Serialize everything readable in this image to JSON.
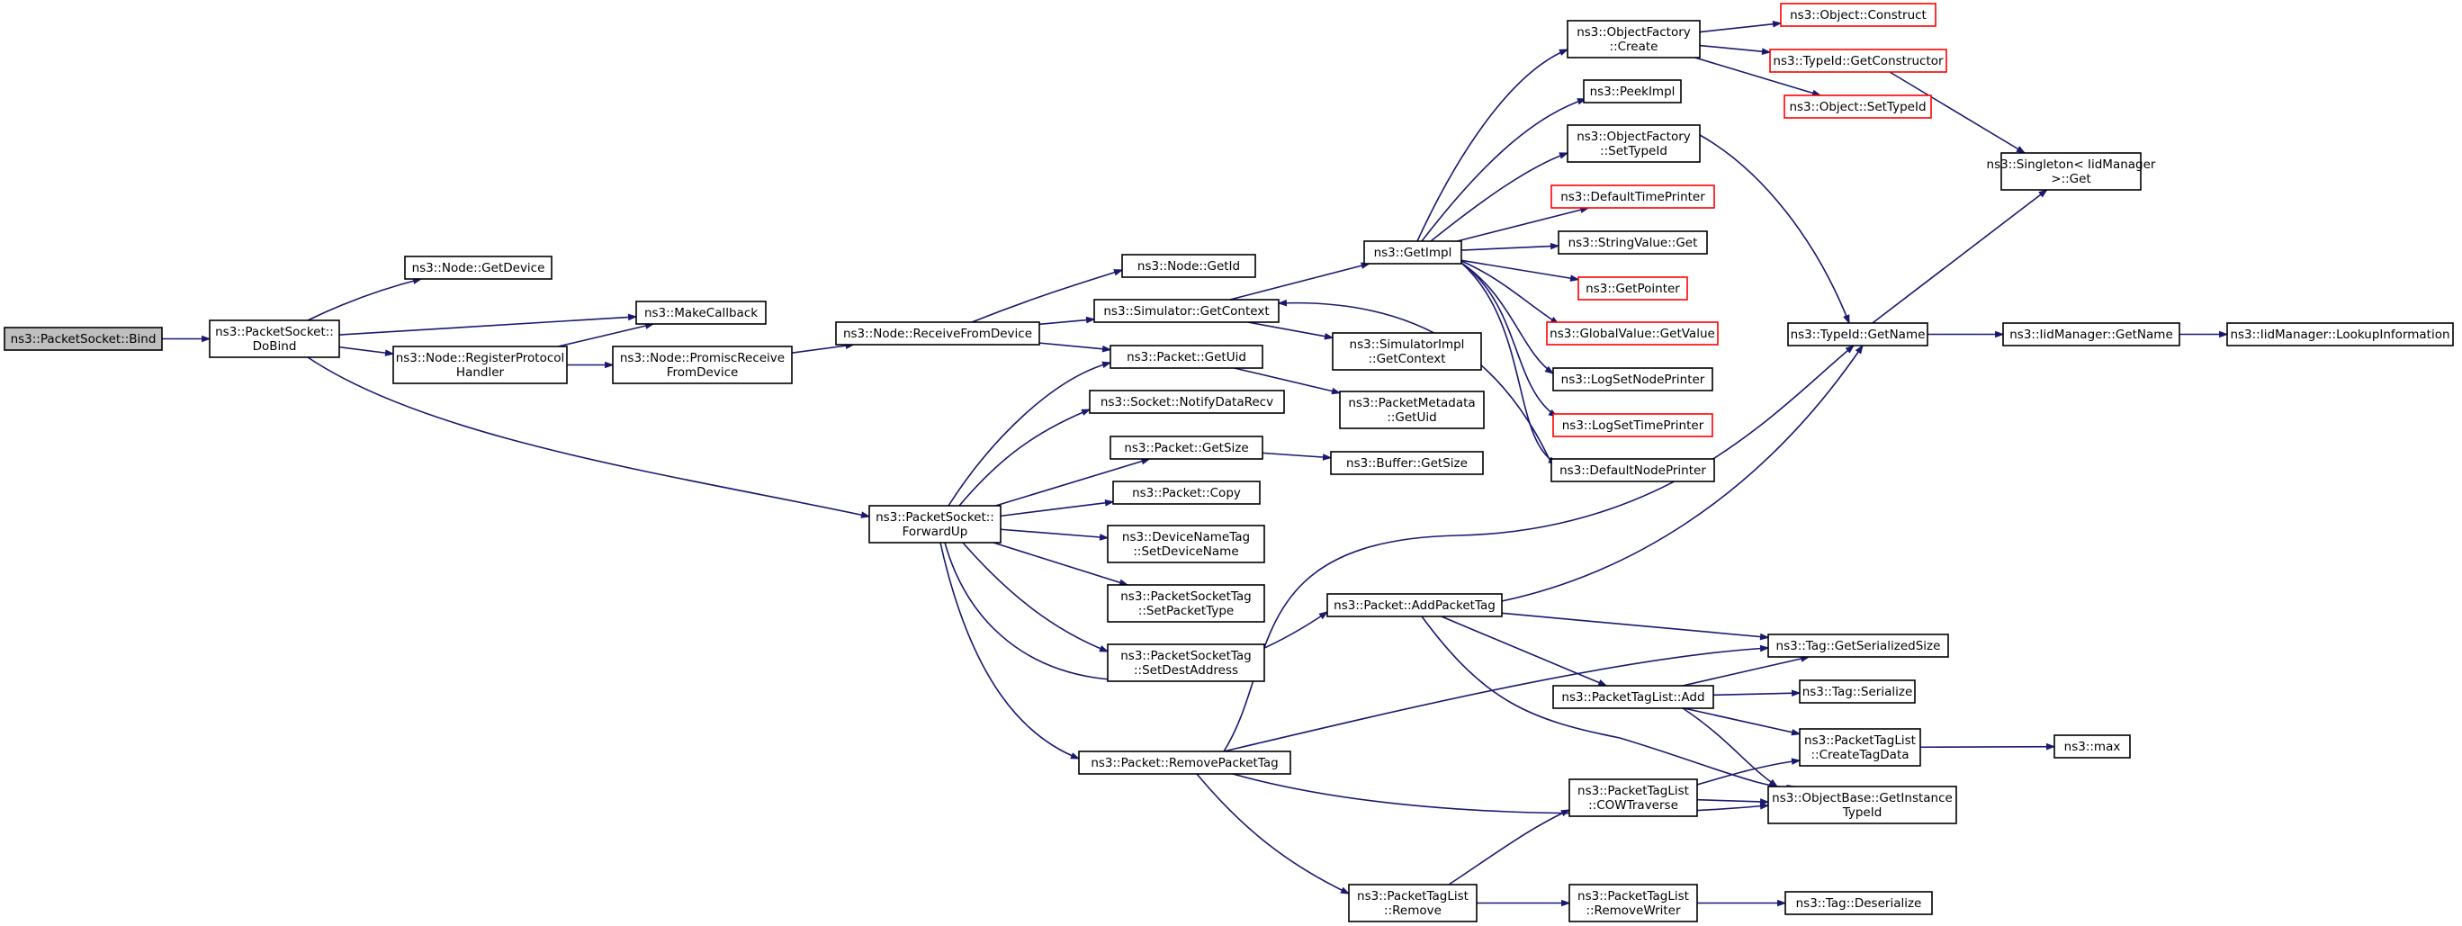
{
  "title": "",
  "colors": {
    "edge": "#191970",
    "root_fill": "#bfbfbf",
    "external_border": "#ff0000"
  },
  "nodes": [
    {
      "id": "bind",
      "lines": [
        "ns3::PacketSocket::Bind"
      ],
      "kind": "root"
    },
    {
      "id": "dobind",
      "lines": [
        "ns3::PacketSocket::",
        "DoBind"
      ],
      "kind": "normal"
    },
    {
      "id": "getdevice",
      "lines": [
        "ns3::Node::GetDevice"
      ],
      "kind": "normal"
    },
    {
      "id": "makecallback",
      "lines": [
        "ns3::MakeCallback"
      ],
      "kind": "normal"
    },
    {
      "id": "registerproto",
      "lines": [
        "ns3::Node::RegisterProtocol",
        "Handler"
      ],
      "kind": "normal"
    },
    {
      "id": "promisc",
      "lines": [
        "ns3::Node::PromiscReceive",
        "FromDevice"
      ],
      "kind": "normal"
    },
    {
      "id": "receivefrom",
      "lines": [
        "ns3::Node::ReceiveFromDevice"
      ],
      "kind": "normal"
    },
    {
      "id": "nodegetid",
      "lines": [
        "ns3::Node::GetId"
      ],
      "kind": "normal"
    },
    {
      "id": "simgetcontext",
      "lines": [
        "ns3::Simulator::GetContext"
      ],
      "kind": "normal"
    },
    {
      "id": "packetgetuid",
      "lines": [
        "ns3::Packet::GetUid"
      ],
      "kind": "normal"
    },
    {
      "id": "notifydatarecv",
      "lines": [
        "ns3::Socket::NotifyDataRecv"
      ],
      "kind": "normal"
    },
    {
      "id": "packetgetsize",
      "lines": [
        "ns3::Packet::GetSize"
      ],
      "kind": "normal"
    },
    {
      "id": "packetcopy",
      "lines": [
        "ns3::Packet::Copy"
      ],
      "kind": "normal"
    },
    {
      "id": "devicenametag",
      "lines": [
        "ns3::DeviceNameTag",
        "::SetDeviceName"
      ],
      "kind": "normal"
    },
    {
      "id": "setpackettype",
      "lines": [
        "ns3::PacketSocketTag",
        "::SetPacketType"
      ],
      "kind": "normal"
    },
    {
      "id": "setdestaddress",
      "lines": [
        "ns3::PacketSocketTag",
        "::SetDestAddress"
      ],
      "kind": "normal"
    },
    {
      "id": "forwardup",
      "lines": [
        "ns3::PacketSocket::",
        "ForwardUp"
      ],
      "kind": "normal"
    },
    {
      "id": "addpackettag",
      "lines": [
        "ns3::Packet::AddPacketTag"
      ],
      "kind": "normal"
    },
    {
      "id": "removepackettag",
      "lines": [
        "ns3::Packet::RemovePacketTag"
      ],
      "kind": "normal"
    },
    {
      "id": "getimpl",
      "lines": [
        "ns3::GetImpl"
      ],
      "kind": "normal"
    },
    {
      "id": "simimplgetcontext",
      "lines": [
        "ns3::SimulatorImpl",
        "::GetContext"
      ],
      "kind": "normal"
    },
    {
      "id": "metadatagetuid",
      "lines": [
        "ns3::PacketMetadata",
        "::GetUid"
      ],
      "kind": "normal"
    },
    {
      "id": "buffergetsize",
      "lines": [
        "ns3::Buffer::GetSize"
      ],
      "kind": "normal"
    },
    {
      "id": "objfactcreate",
      "lines": [
        "ns3::ObjectFactory",
        "::Create"
      ],
      "kind": "normal"
    },
    {
      "id": "peekimpl",
      "lines": [
        "ns3::PeekImpl"
      ],
      "kind": "normal"
    },
    {
      "id": "objfactsettypeid",
      "lines": [
        "ns3::ObjectFactory",
        "::SetTypeId"
      ],
      "kind": "normal"
    },
    {
      "id": "defaulttimeprinter",
      "lines": [
        "ns3::DefaultTimePrinter"
      ],
      "kind": "external"
    },
    {
      "id": "stringvalueget",
      "lines": [
        "ns3::StringValue::Get"
      ],
      "kind": "normal"
    },
    {
      "id": "getpointer",
      "lines": [
        "ns3::GetPointer"
      ],
      "kind": "external"
    },
    {
      "id": "globalvaluegetvalue",
      "lines": [
        "ns3::GlobalValue::GetValue"
      ],
      "kind": "external"
    },
    {
      "id": "logsetnodeprinter",
      "lines": [
        "ns3::LogSetNodePrinter"
      ],
      "kind": "normal"
    },
    {
      "id": "logsettimeprinter",
      "lines": [
        "ns3::LogSetTimePrinter"
      ],
      "kind": "external"
    },
    {
      "id": "defaultnodeprinter",
      "lines": [
        "ns3::DefaultNodePrinter"
      ],
      "kind": "normal"
    },
    {
      "id": "packettaglistadd",
      "lines": [
        "ns3::PacketTagList::Add"
      ],
      "kind": "normal"
    },
    {
      "id": "cowtraverse",
      "lines": [
        "ns3::PacketTagList",
        "::COWTraverse"
      ],
      "kind": "normal"
    },
    {
      "id": "ptlremove",
      "lines": [
        "ns3::PacketTagList",
        "::Remove"
      ],
      "kind": "normal"
    },
    {
      "id": "ptlremovewriter",
      "lines": [
        "ns3::PacketTagList",
        "::RemoveWriter"
      ],
      "kind": "normal"
    },
    {
      "id": "objectconstruct",
      "lines": [
        "ns3::Object::Construct"
      ],
      "kind": "external"
    },
    {
      "id": "typeidgetconstructor",
      "lines": [
        "ns3::TypeId::GetConstructor"
      ],
      "kind": "external"
    },
    {
      "id": "objectsettypeid",
      "lines": [
        "ns3::Object::SetTypeId"
      ],
      "kind": "external"
    },
    {
      "id": "typeidgetname",
      "lines": [
        "ns3::TypeId::GetName"
      ],
      "kind": "normal"
    },
    {
      "id": "taggetserializedsize",
      "lines": [
        "ns3::Tag::GetSerializedSize"
      ],
      "kind": "normal"
    },
    {
      "id": "tagserialize",
      "lines": [
        "ns3::Tag::Serialize"
      ],
      "kind": "normal"
    },
    {
      "id": "createtagdata",
      "lines": [
        "ns3::PacketTagList",
        "::CreateTagData"
      ],
      "kind": "normal"
    },
    {
      "id": "getinstancetypeid",
      "lines": [
        "ns3::ObjectBase::GetInstance",
        "TypeId"
      ],
      "kind": "normal"
    },
    {
      "id": "tagdeserialize",
      "lines": [
        "ns3::Tag::Deserialize"
      ],
      "kind": "normal"
    },
    {
      "id": "singletonget",
      "lines": [
        "ns3::Singleton< IidManager",
        ">::Get"
      ],
      "kind": "normal"
    },
    {
      "id": "iidmanagergetname",
      "lines": [
        "ns3::IidManager::GetName"
      ],
      "kind": "normal"
    },
    {
      "id": "lookupinformation",
      "lines": [
        "ns3::IidManager::LookupInformation"
      ],
      "kind": "normal"
    },
    {
      "id": "max",
      "lines": [
        "ns3::max"
      ],
      "kind": "normal"
    }
  ],
  "edges": [
    [
      "bind",
      "dobind"
    ],
    [
      "dobind",
      "getdevice"
    ],
    [
      "dobind",
      "makecallback"
    ],
    [
      "dobind",
      "registerproto"
    ],
    [
      "dobind",
      "forwardup"
    ],
    [
      "registerproto",
      "makecallback"
    ],
    [
      "registerproto",
      "promisc"
    ],
    [
      "promisc",
      "receivefrom"
    ],
    [
      "receivefrom",
      "nodegetid"
    ],
    [
      "receivefrom",
      "simgetcontext"
    ],
    [
      "receivefrom",
      "packetgetuid"
    ],
    [
      "forwardup",
      "packetgetuid"
    ],
    [
      "forwardup",
      "notifydatarecv"
    ],
    [
      "forwardup",
      "packetgetsize"
    ],
    [
      "forwardup",
      "packetcopy"
    ],
    [
      "forwardup",
      "devicenametag"
    ],
    [
      "forwardup",
      "setpackettype"
    ],
    [
      "forwardup",
      "setdestaddress"
    ],
    [
      "forwardup",
      "addpackettag"
    ],
    [
      "forwardup",
      "removepackettag"
    ],
    [
      "simgetcontext",
      "getimpl"
    ],
    [
      "simgetcontext",
      "simimplgetcontext"
    ],
    [
      "packetgetuid",
      "metadatagetuid"
    ],
    [
      "packetgetsize",
      "buffergetsize"
    ],
    [
      "getimpl",
      "objfactcreate"
    ],
    [
      "getimpl",
      "peekimpl"
    ],
    [
      "getimpl",
      "objfactsettypeid"
    ],
    [
      "getimpl",
      "defaulttimeprinter"
    ],
    [
      "getimpl",
      "stringvalueget"
    ],
    [
      "getimpl",
      "getpointer"
    ],
    [
      "getimpl",
      "globalvaluegetvalue"
    ],
    [
      "getimpl",
      "logsetnodeprinter"
    ],
    [
      "getimpl",
      "logsettimeprinter"
    ],
    [
      "getimpl",
      "defaultnodeprinter"
    ],
    [
      "defaultnodeprinter",
      "simgetcontext"
    ],
    [
      "objfactcreate",
      "objectconstruct"
    ],
    [
      "objfactcreate",
      "typeidgetconstructor"
    ],
    [
      "objfactcreate",
      "objectsettypeid"
    ],
    [
      "typeidgetconstructor",
      "singletonget"
    ],
    [
      "objfactsettypeid",
      "typeidgetname"
    ],
    [
      "typeidgetname",
      "singletonget"
    ],
    [
      "typeidgetname",
      "iidmanagergetname"
    ],
    [
      "iidmanagergetname",
      "lookupinformation"
    ],
    [
      "addpackettag",
      "typeidgetname"
    ],
    [
      "addpackettag",
      "taggetserializedsize"
    ],
    [
      "addpackettag",
      "packettaglistadd"
    ],
    [
      "addpackettag",
      "getinstancetypeid"
    ],
    [
      "removepackettag",
      "typeidgetname"
    ],
    [
      "removepackettag",
      "taggetserializedsize"
    ],
    [
      "removepackettag",
      "getinstancetypeid"
    ],
    [
      "removepackettag",
      "ptlremove"
    ],
    [
      "packettaglistadd",
      "taggetserializedsize"
    ],
    [
      "packettaglistadd",
      "tagserialize"
    ],
    [
      "packettaglistadd",
      "createtagdata"
    ],
    [
      "packettaglistadd",
      "getinstancetypeid"
    ],
    [
      "cowtraverse",
      "createtagdata"
    ],
    [
      "cowtraverse",
      "getinstancetypeid"
    ],
    [
      "ptlremove",
      "cowtraverse"
    ],
    [
      "ptlremove",
      "ptlremovewriter"
    ],
    [
      "ptlremovewriter",
      "tagdeserialize"
    ],
    [
      "createtagdata",
      "max"
    ]
  ]
}
